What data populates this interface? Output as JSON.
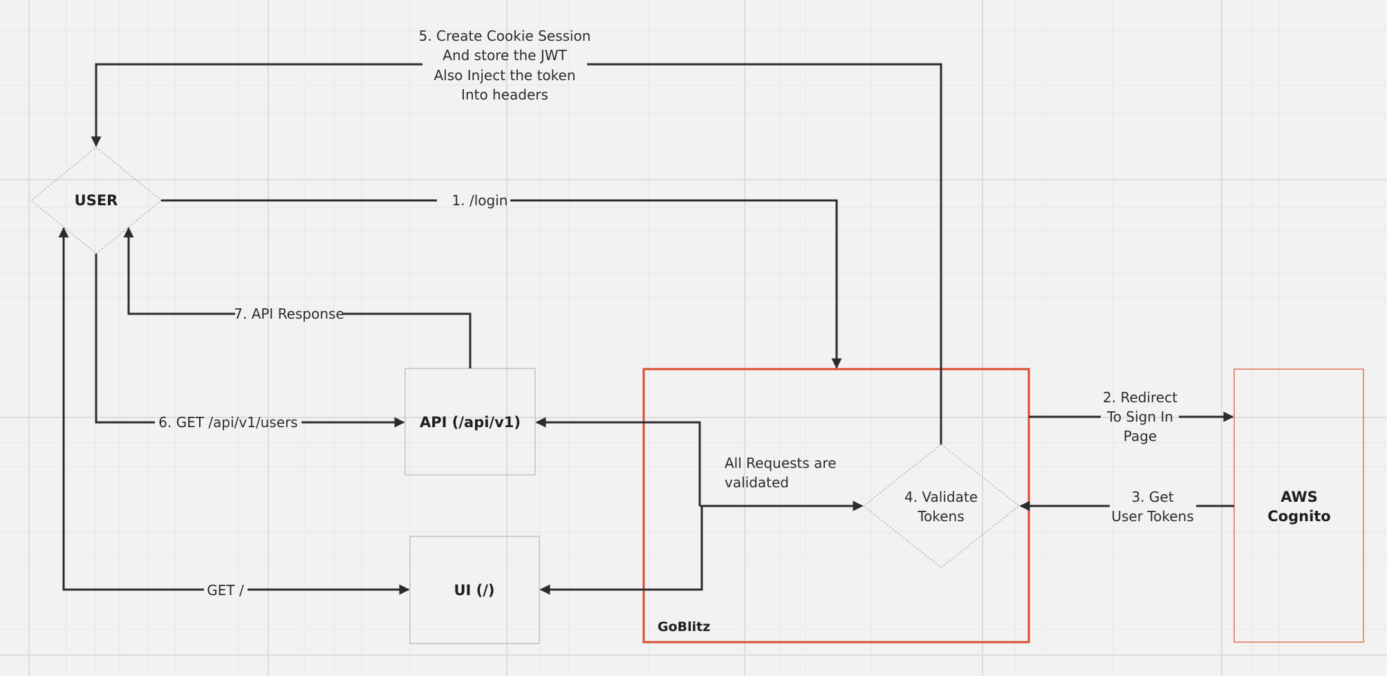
{
  "colors": {
    "background": "#f2f2f2",
    "connector": "#2b2b2b",
    "frame_border": "#dd4a2e",
    "node_border": "#a9a9a9"
  },
  "nodes": {
    "user": "USER",
    "api": "API (/api/v1)",
    "ui": "UI (/)",
    "validate_tokens": [
      "4. Validate",
      "Tokens"
    ],
    "aws_cognito": [
      "AWS",
      "Cognito"
    ],
    "goblitz_frame": "GoBlitz"
  },
  "notes": {
    "all_requests": [
      "All Requests are",
      "validated"
    ]
  },
  "edges": {
    "login": "1. /login",
    "redirect": [
      "2. Redirect",
      "To Sign In",
      "Page"
    ],
    "get_tokens": [
      "3. Get",
      "User Tokens"
    ],
    "cookie_session": [
      "5. Create Cookie Session",
      "And store the JWT",
      "Also Inject the token",
      "Into headers"
    ],
    "get_users": "6. GET /api/v1/users",
    "api_response": "7. API Response",
    "get_root": "GET /"
  }
}
